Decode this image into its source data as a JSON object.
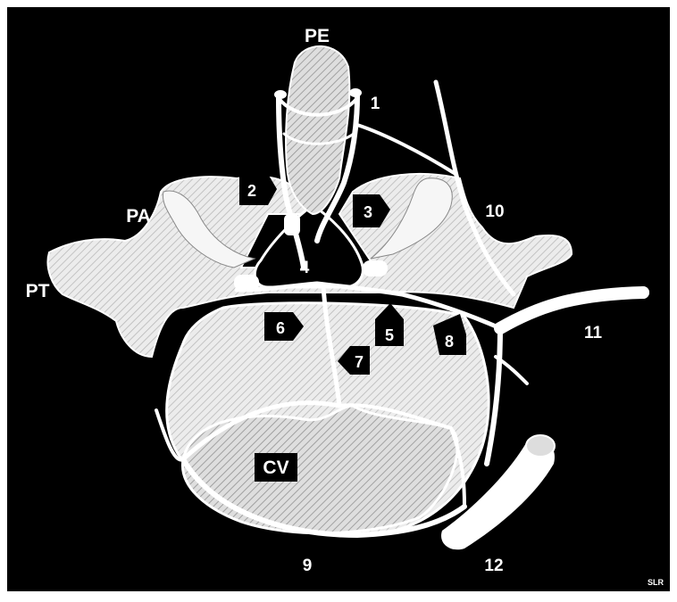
{
  "labels": {
    "pe": "PE",
    "pa": "PA",
    "pt": "PT",
    "cv": "CV",
    "n1": "1",
    "n2": "2",
    "n3": "3",
    "n4": "4",
    "n5": "5",
    "n6": "6",
    "n7": "7",
    "n8": "8",
    "n9": "9",
    "n10": "10",
    "n11": "11",
    "n12": "12",
    "signature": "SLR"
  },
  "colors": {
    "frame": "#ffffff",
    "background": "#000000",
    "bone": "#eeeeee",
    "vessel": "#ffffff",
    "ink": "#000000"
  }
}
